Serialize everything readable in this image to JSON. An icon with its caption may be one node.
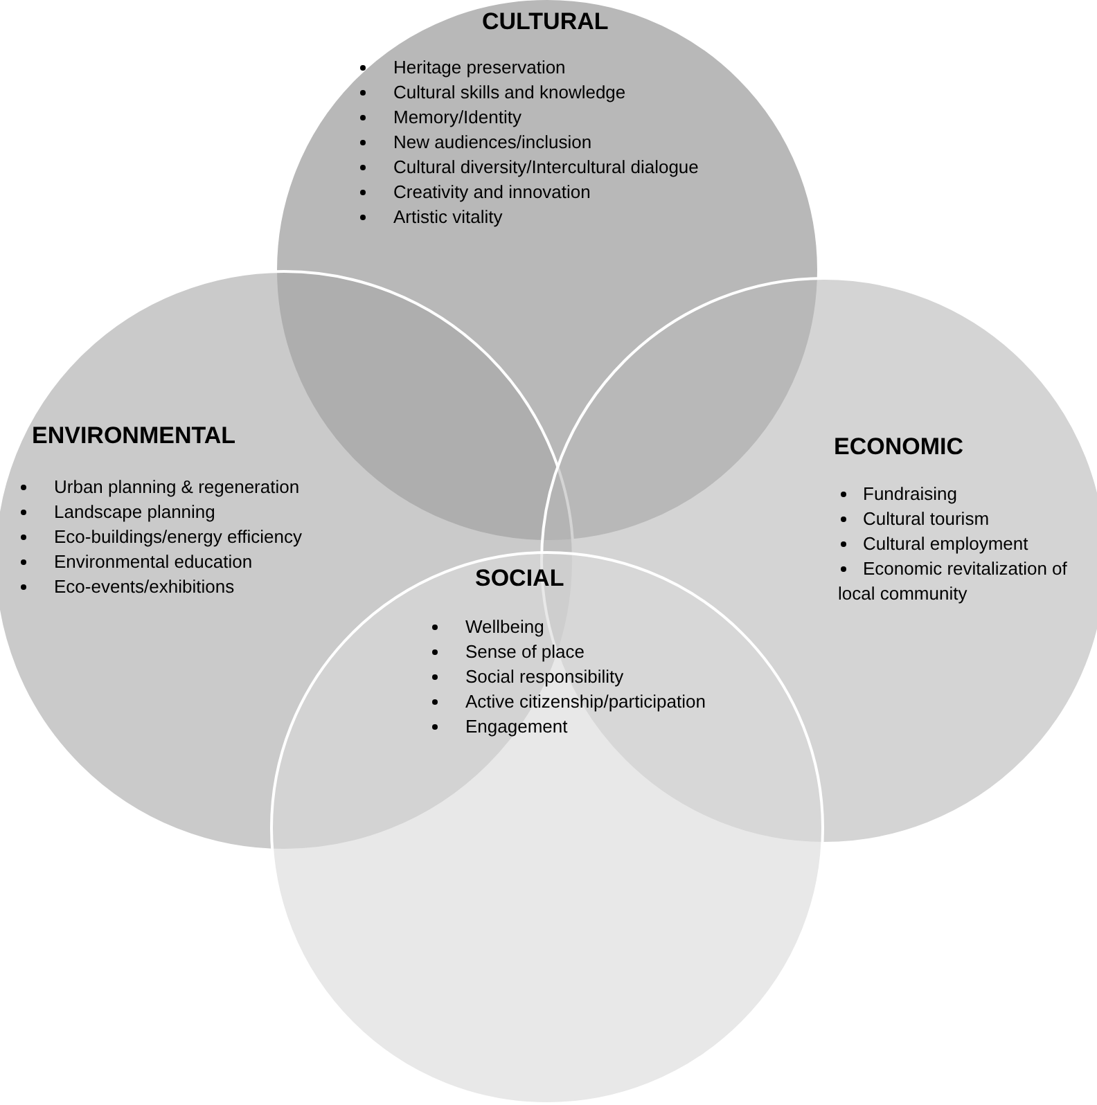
{
  "diagram": {
    "nodes": [
      {
        "text": [
          "CULTURAL",
          "Heritage preservation",
          "Cultural skills and knowledge",
          "Memory/Identity",
          "New audiences/inclusion",
          "Cultural diversity/Intercultural dialogue",
          "Creativity and innovation",
          "Artistic vitality"
        ]
      },
      {
        "text": [
          "ENVIRONMENTAL",
          "Urban planning & regeneration",
          "Landscape planning",
          "Eco-buildings/energy efficiency",
          "Environmental education",
          "Eco-events/exhibitions"
        ]
      },
      {
        "text": [
          "ECONOMIC",
          "Fundraising",
          "Cultural tourism",
          "Cultural employment",
          "Economic revitalization of local community"
        ]
      },
      {
        "text": [
          "SOCIAL",
          "Wellbeing",
          "Sense of place",
          "Social responsibility",
          "Active citizenship/participation",
          "Engagement"
        ]
      }
    ]
  }
}
